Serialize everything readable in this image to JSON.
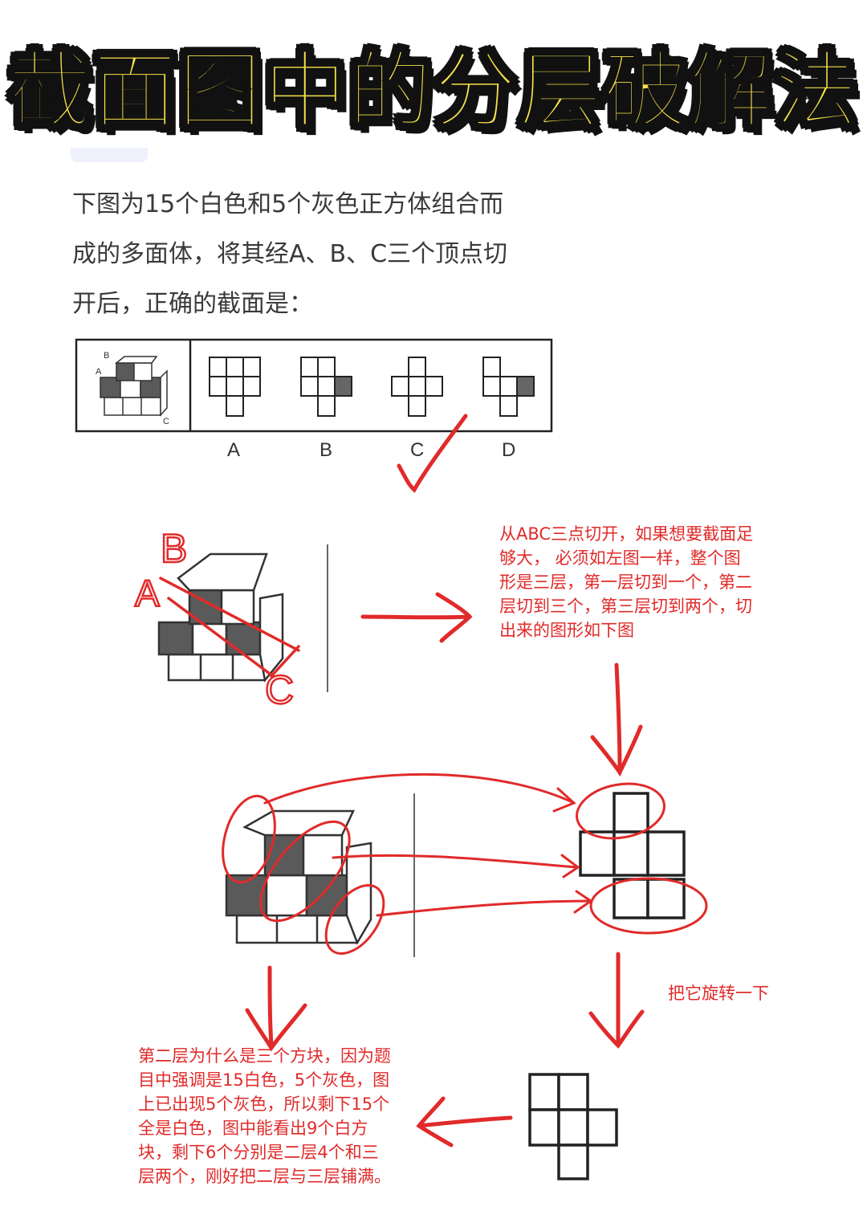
{
  "title": "截面图中的分层破解法",
  "question": {
    "lines": [
      "下图为15个白色和5个灰色正方体组合而",
      "成的多面体，将其经A、B、C三个顶点切",
      "开后，正确的截面是："
    ],
    "figure_labels": {
      "b": "B",
      "a": "A",
      "c": "C"
    },
    "options": [
      "A",
      "B",
      "C",
      "D"
    ]
  },
  "annotations": {
    "hand_labels": {
      "b": "B",
      "a": "A",
      "c": "C"
    },
    "note1": [
      "从ABC三点切开，如果想要截面足",
      "够大， 必须如左图一样，整个图",
      "形是三层，第一层切到一个，第二",
      "层切到三个，第三层切到两个，切",
      "出来的图形如下图"
    ],
    "rotate_note": "把它旋转一下",
    "note2": [
      "第二层为什么是三个方块，因为题",
      "目中强调是15白色，5个灰色，图",
      "上已出现5个灰色，所以剩下15个",
      "全是白色，图中能看出9个白方",
      "块，剩下6个分别是二层4个和三",
      "层两个，刚好把二层与三层铺满。"
    ]
  },
  "colors": {
    "title_fill": "#f7e24a",
    "annotation_red": "#e12a2a",
    "gray_cube": "#5a5a5a"
  }
}
